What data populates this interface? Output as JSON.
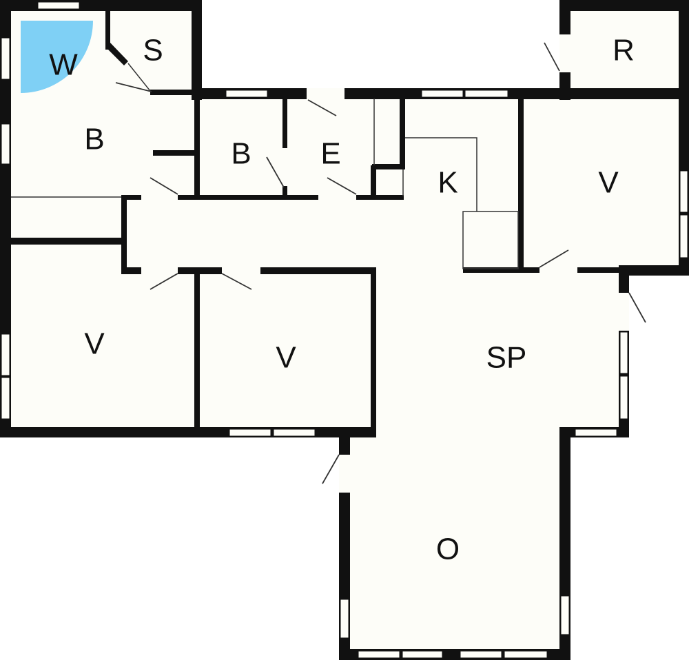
{
  "floor_plan": {
    "colors": {
      "floor": "#fdfdf8",
      "wall": "#111111",
      "highlight": "#7fd0f5"
    },
    "rooms": [
      {
        "id": "w",
        "label": "W"
      },
      {
        "id": "s",
        "label": "S"
      },
      {
        "id": "b1",
        "label": "B"
      },
      {
        "id": "b2",
        "label": "B"
      },
      {
        "id": "e",
        "label": "E"
      },
      {
        "id": "k",
        "label": "K"
      },
      {
        "id": "v1",
        "label": "V"
      },
      {
        "id": "v2",
        "label": "V"
      },
      {
        "id": "v3",
        "label": "V"
      },
      {
        "id": "sp",
        "label": "SP"
      },
      {
        "id": "o",
        "label": "O"
      },
      {
        "id": "r",
        "label": "R"
      }
    ]
  }
}
